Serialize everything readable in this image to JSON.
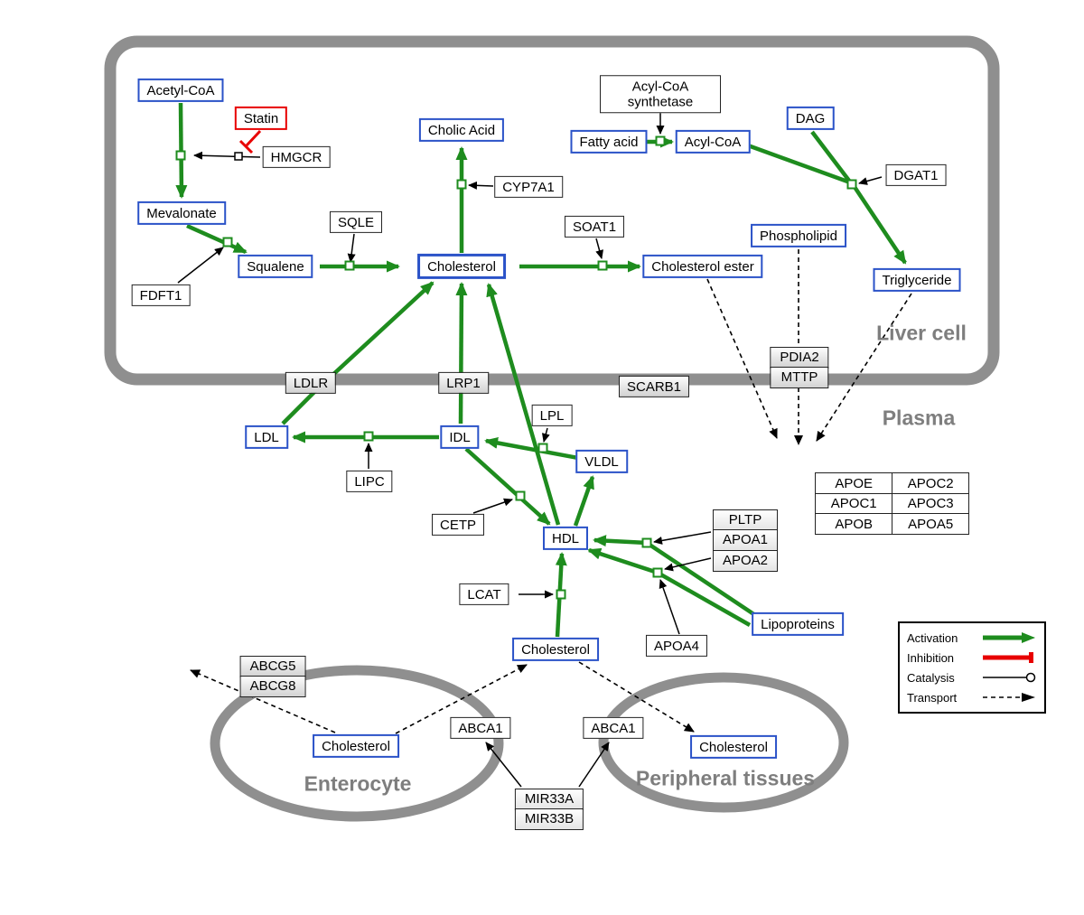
{
  "regions": {
    "liver": "Liver cell",
    "plasma": "Plasma",
    "enterocyte": "Enterocyte",
    "peripheral": "Peripheral tissues"
  },
  "nodes": {
    "acetyl_coa": "Acetyl-CoA",
    "statin": "Statin",
    "hmgcr": "HMGCR",
    "mevalonate": "Mevalonate",
    "fdft1": "FDFT1",
    "squalene": "Squalene",
    "sqle": "SQLE",
    "cholic_acid": "Cholic Acid",
    "cyp7a1": "CYP7A1",
    "cholesterol_liver": "Cholesterol",
    "soat1": "SOAT1",
    "cholesterol_ester": "Cholesterol ester",
    "acyl_coa_synthetase": "Acyl-CoA synthetase",
    "fatty_acid": "Fatty acid",
    "acyl_coa": "Acyl-CoA",
    "dag": "DAG",
    "dgat1": "DGAT1",
    "phospholipid": "Phospholipid",
    "triglyceride": "Triglyceride",
    "ldlr": "LDLR",
    "lrp1": "LRP1",
    "scarb1": "SCARB1",
    "pdia2": "PDIA2",
    "mttp": "MTTP",
    "ldl": "LDL",
    "idl": "IDL",
    "lipc": "LIPC",
    "lpl": "LPL",
    "vldl": "VLDL",
    "cetp": "CETP",
    "hdl": "HDL",
    "lcat": "LCAT",
    "pltp": "PLTP",
    "apoa1": "APOA1",
    "apoa2": "APOA2",
    "apoa4": "APOA4",
    "lipoproteins": "Lipoproteins",
    "cholesterol_plasma": "Cholesterol",
    "abcg5": "ABCG5",
    "abcg8": "ABCG8",
    "cholesterol_enterocyte": "Cholesterol",
    "abca1": "ABCA1",
    "cholesterol_peripheral": "Cholesterol",
    "mir33a": "MIR33A",
    "mir33b": "MIR33B"
  },
  "apo_table": [
    [
      "APOE",
      "APOC2"
    ],
    [
      "APOC1",
      "APOC3"
    ],
    [
      "APOB",
      "APOA5"
    ]
  ],
  "legend": {
    "activation": "Activation",
    "inhibition": "Inhibition",
    "catalysis": "Catalysis",
    "transport": "Transport"
  },
  "colors": {
    "activation_green": "#1e8c1e",
    "inhibition_red": "#e80000",
    "metabolite_blue": "#2a52c8",
    "membrane_gray": "#8f8f8f"
  }
}
